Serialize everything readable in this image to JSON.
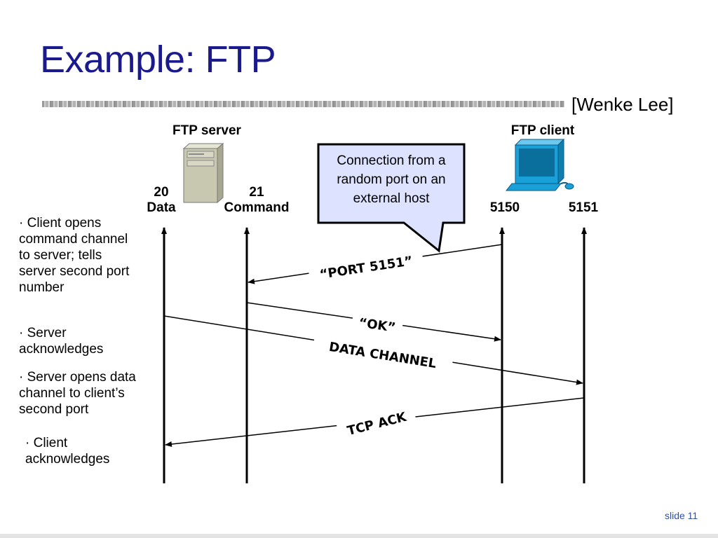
{
  "slide": {
    "title": "Example: FTP",
    "credit": "[Wenke Lee]",
    "number_label": "slide 11"
  },
  "server": {
    "label": "FTP server",
    "port_data_number": "20",
    "port_data_name": "Data",
    "port_command_number": "21",
    "port_command_name": "Command"
  },
  "client": {
    "label": "FTP client",
    "port_a": "5150",
    "port_b": "5151"
  },
  "callout": {
    "text_line1": "Connection from a",
    "text_line2": "random port on an",
    "text_line3": "external host"
  },
  "messages": {
    "port": "“PORT 5151”",
    "ok": "“OK”",
    "data_channel": "DATA CHANNEL",
    "tcp_ack": "TCP ACK"
  },
  "bullets": {
    "b1_line1": "· Client opens",
    "b1_line2": "command channel",
    "b1_line3": "to server; tells",
    "b1_line4": "server second port",
    "b1_line5": "number",
    "b2_line1": "· Server",
    "b2_line2": "acknowledges",
    "b3_line1": "· Server opens data",
    "b3_line2": "channel to client’s",
    "b3_line3": "second port",
    "b4_line1": "· Client",
    "b4_line2": "acknowledges"
  },
  "icons": {
    "server": "server-tower-icon",
    "client": "computer-monitor-icon"
  },
  "colors": {
    "title": "#1a1a8c",
    "callout_fill": "#dde3ff",
    "monitor": "#1aa0d8",
    "server_body": "#c8c8b0"
  }
}
